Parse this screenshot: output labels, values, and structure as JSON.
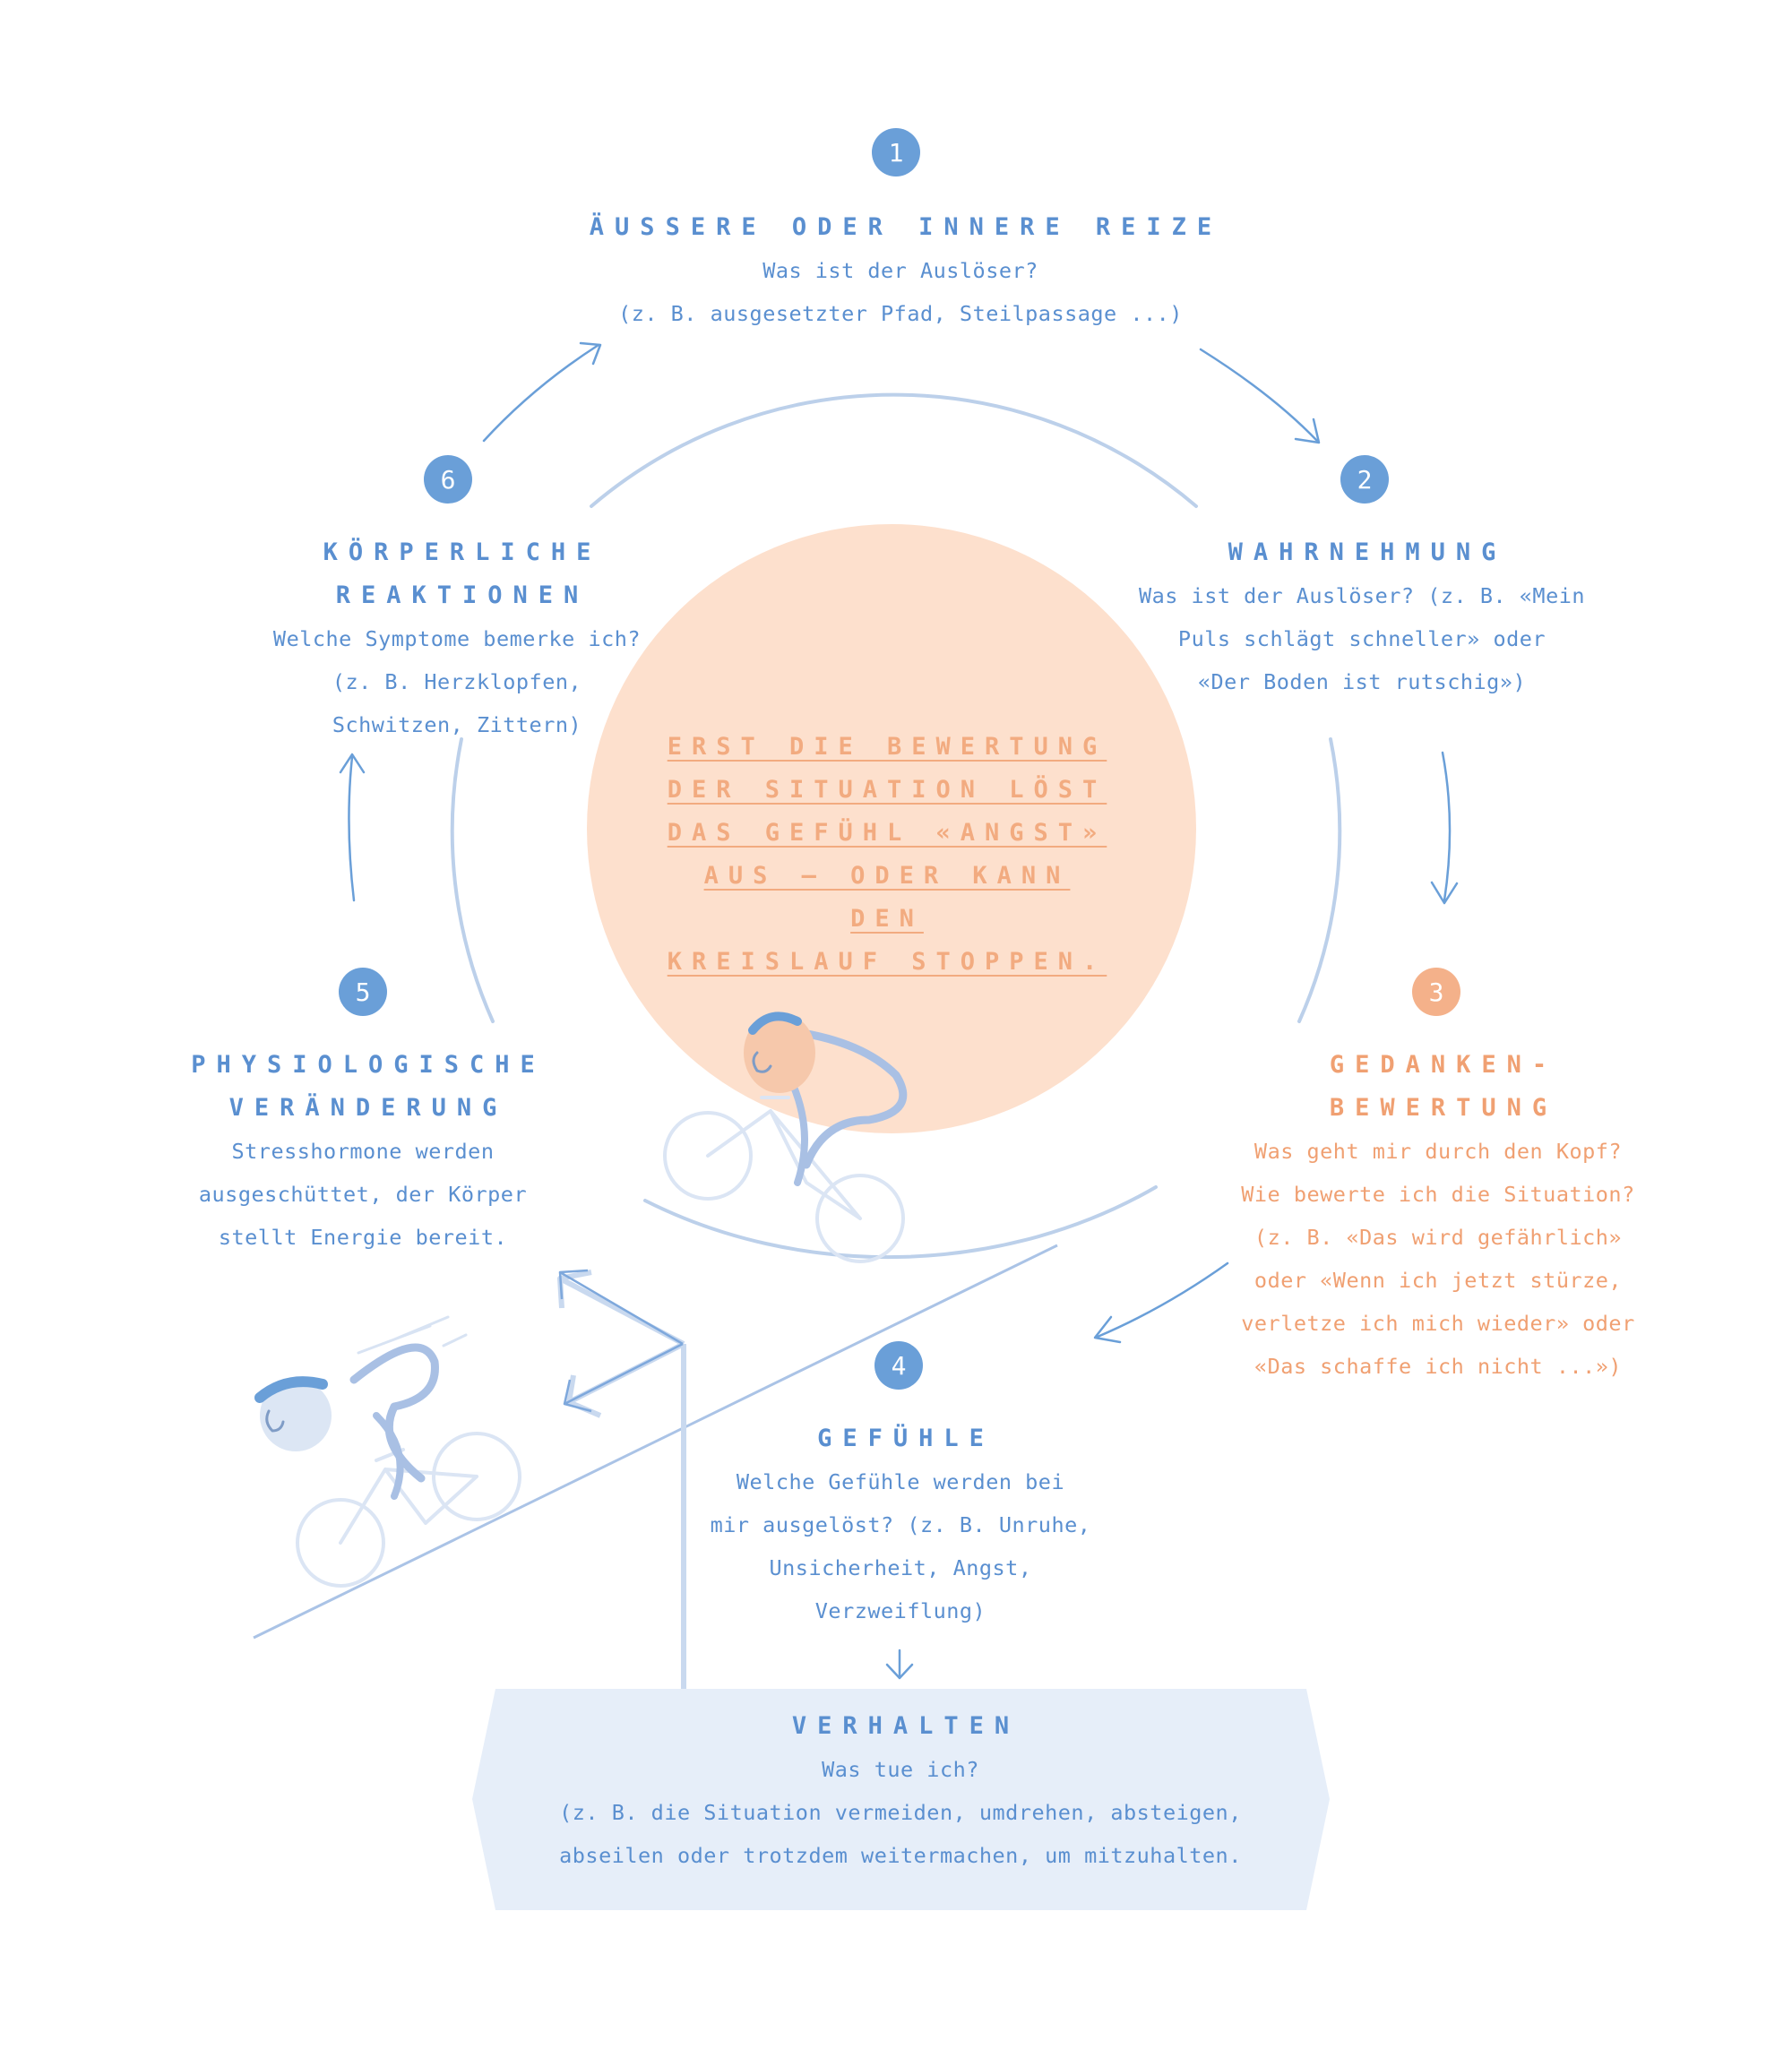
{
  "center": {
    "text": "ERST DIE BEWERTUNG\nDER SITUATION LÖST\nDAS GEFÜHL «ANGST»\nAUS – ODER KANN DEN\nKREISLAUF STOPPEN."
  },
  "steps": [
    {
      "number": "1",
      "title": "ÄUSSERE ODER INNERE REIZE",
      "body": "Was ist der Auslöser?\n(z. B. ausgesetzter Pfad, Steilpassage ...)"
    },
    {
      "number": "2",
      "title": "WAHRNEHMUNG",
      "body": "Was ist der Auslöser? (z. B. «Mein\nPuls schlägt schneller» oder\n«Der Boden ist rutschig»)"
    },
    {
      "number": "3",
      "title": "GEDANKEN-\nBEWERTUNG",
      "body": "Was geht mir durch den Kopf?\nWie bewerte ich die Situation?\n(z. B. «Das wird gefährlich»\noder «Wenn ich jetzt stürze,\nverletze ich mich wieder» oder\n«Das schaffe ich nicht ...»)"
    },
    {
      "number": "4",
      "title": "GEFÜHLE",
      "body": "Welche Gefühle werden bei\nmir ausgelöst? (z. B. Unruhe,\nUnsicherheit, Angst,\nVerzweiflung)"
    },
    {
      "number": "5",
      "title": "PHYSIOLOGISCHE\nVERÄNDERUNG",
      "body": "Stresshormone werden\nausgeschüttet, der Körper\nstellt Energie bereit."
    },
    {
      "number": "6",
      "title": "KÖRPERLICHE REAKTIONEN",
      "body": "Welche Symptome bemerke ich?\n(z. B. Herzklopfen,\nSchwitzen, Zittern)"
    }
  ],
  "behavior": {
    "title": "VERHALTEN",
    "body": "Was tue ich?\n(z. B. die Situation vermeiden, umdrehen, absteigen,\nabseilen oder trotzdem weitermachen, um mitzuhalten."
  },
  "colors": {
    "blue": "#6a9fd8",
    "orange": "#f4b18a",
    "center_fill": "#fde0cd",
    "light_blue": "#c4d6ee",
    "box_fill": "#e6eef9"
  },
  "icons": [
    "cyclist-top-icon",
    "cyclist-slope-icon",
    "signpost-icon"
  ]
}
